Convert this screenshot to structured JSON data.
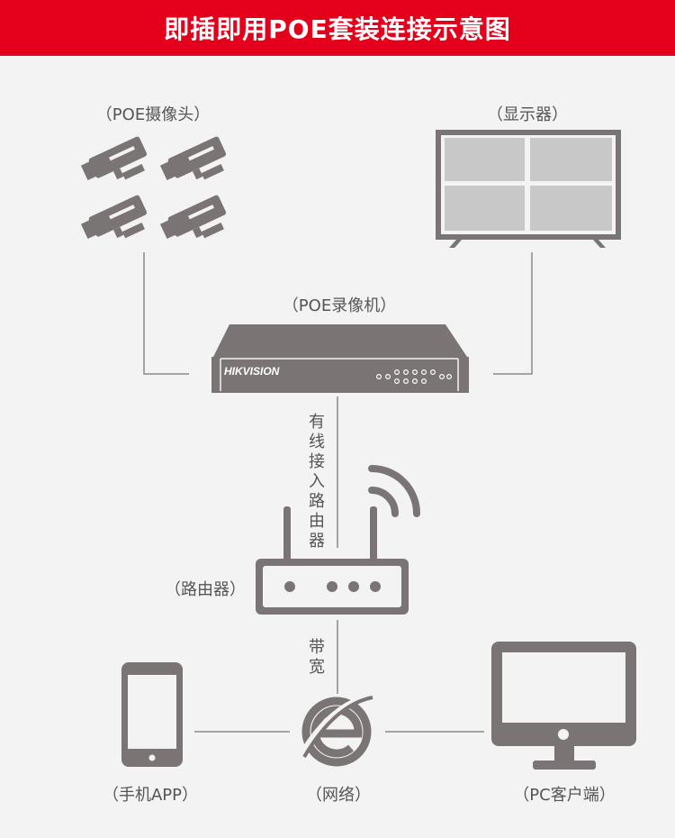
{
  "header": {
    "title": "即插即用POE套装连接示意图"
  },
  "labels": {
    "cameras": "（POE摄像头）",
    "monitor": "（显示器）",
    "nvr": "（POE录像机）",
    "router": "（路由器）",
    "phone": "（手机APP）",
    "internet": "（网络）",
    "pc": "（PC客户端）"
  },
  "nvr": {
    "brand": "HIKVISION"
  },
  "links": {
    "wired": "有线接入路由器",
    "bandwidth": "带宽"
  },
  "colors": {
    "header": "#e4001b",
    "background": "#f3f3f3",
    "device": "#7a7574",
    "line": "#8a8a8a",
    "screen_fill": "#c8c8c8"
  }
}
